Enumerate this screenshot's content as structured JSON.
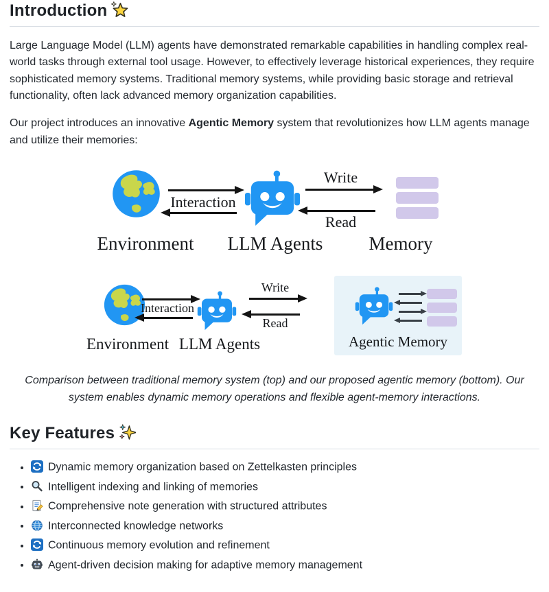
{
  "intro": {
    "heading": "Introduction",
    "heading_icon": "glowing-star",
    "para1": "Large Language Model (LLM) agents have demonstrated remarkable capabilities in handling complex real-world tasks through external tool usage. However, to effectively leverage historical experiences, they require sophisticated memory systems. Traditional memory systems, while providing basic storage and retrieval functionality, often lack advanced memory organization capabilities.",
    "para2_before": "Our project introduces an innovative ",
    "para2_bold": "Agentic Memory",
    "para2_after": " system that revolutionizes how LLM agents manage and utilize their memories:"
  },
  "diagram": {
    "top": {
      "environment": "Environment",
      "agents": "LLM Agents",
      "memory": "Memory",
      "interaction": "Interaction",
      "write": "Write",
      "read": "Read"
    },
    "bottom": {
      "environment": "Environment",
      "agents": "LLM Agents",
      "agentic_memory": "Agentic Memory",
      "interaction": "Interaction",
      "write": "Write",
      "read": "Read"
    },
    "caption": "Comparison between traditional memory system (top) and our proposed agentic memory (bottom). Our system enables dynamic memory operations and flexible agent-memory interactions."
  },
  "features": {
    "heading": "Key Features",
    "heading_icon": "sparkles",
    "items": [
      {
        "icon": "counterclockwise-arrows-icon",
        "label": "Dynamic memory organization based on Zettelkasten principles"
      },
      {
        "icon": "magnifying-glass-icon",
        "label": "Intelligent indexing and linking of memories"
      },
      {
        "icon": "memo-icon",
        "label": "Comprehensive note generation with structured attributes"
      },
      {
        "icon": "globe-with-meridians-icon",
        "label": "Interconnected knowledge networks"
      },
      {
        "icon": "counterclockwise-arrows-icon",
        "label": "Continuous memory evolution and refinement"
      },
      {
        "icon": "robot-face-icon",
        "label": "Agent-driven decision making for adaptive memory management"
      }
    ]
  },
  "colors": {
    "robot_blue": "#2196f3",
    "continent_green": "#c9d64b",
    "memory_lavender": "#d1c8ea",
    "agentic_box_bg": "#e8f3f9",
    "arrow_black": "#141414",
    "heading_text": "#1f2328",
    "divider": "#d8dee4"
  }
}
